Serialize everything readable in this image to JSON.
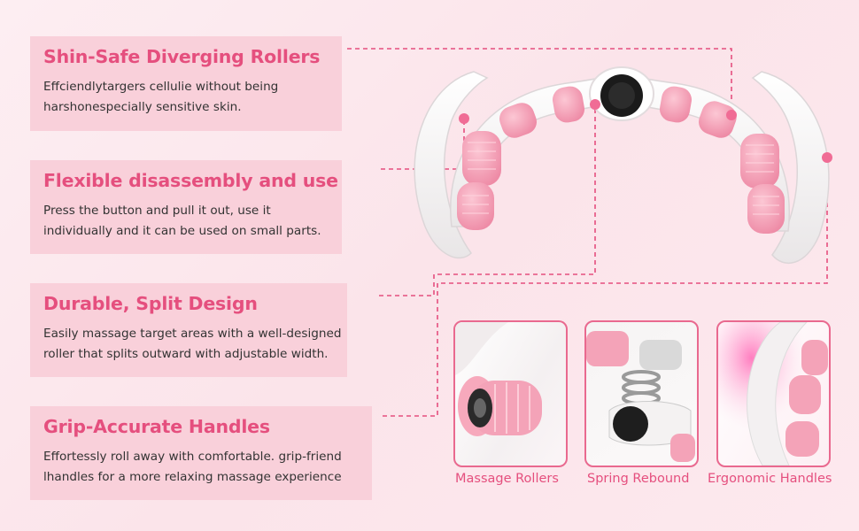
{
  "features": [
    {
      "title": "Shin-Safe Diverging Rollers",
      "line1": "Effciendlytargers cellulie without being",
      "line2": "harshonespecially sensitive skin."
    },
    {
      "title": "Flexible disassembly and use",
      "line1": "Press the button and pull it out, use it",
      "line2": "individually and it can be used on small parts."
    },
    {
      "title": "Durable, Split Design",
      "line1": "Easily massage target areas with a well-designed",
      "line2": "roller that splits outward with adjustable width."
    },
    {
      "title": "Grip-Accurate Handles",
      "line1": "Effortessly roll away with comfortable. grip-friend",
      "line2": "lhandles for a more relaxing massage experience"
    }
  ],
  "thumbnails": [
    {
      "caption": "Massage Rollers"
    },
    {
      "caption": "Spring Rebound"
    },
    {
      "caption": "Ergonomic Handles"
    }
  ],
  "colors": {
    "accent": "#e54f7e",
    "panel": "#f9d0da",
    "roller_pink": "#f4a3b8",
    "background": "#fdeef2"
  }
}
